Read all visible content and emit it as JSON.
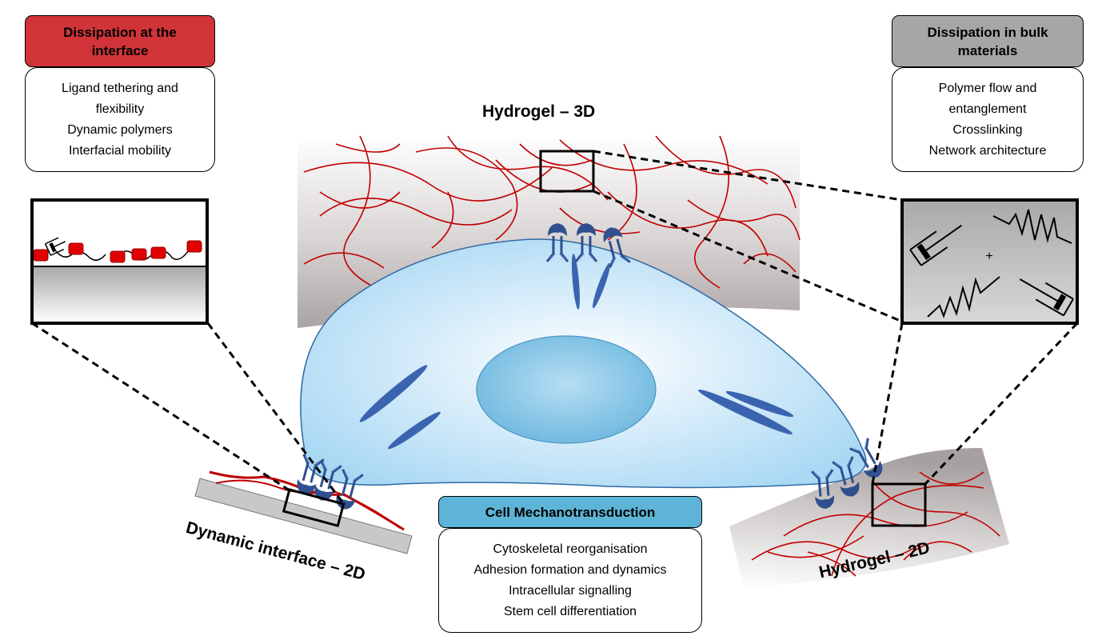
{
  "boxes": {
    "interface": {
      "title": "Dissipation at the interface",
      "title_color": "#d13438",
      "items": [
        "Ligand tethering and",
        "flexibility",
        "Dynamic polymers",
        "Interfacial mobility"
      ]
    },
    "bulk": {
      "title": "Dissipation in bulk materials",
      "title_color": "#a6a6a6",
      "items": [
        "Polymer flow and",
        "entanglement",
        "Crosslinking",
        "Network architecture"
      ]
    },
    "mechano": {
      "title": "Cell Mechanotransduction",
      "title_color": "#5eb4d6",
      "items": [
        "Cytoskeletal reorganisation",
        "Adhesion formation and dynamics",
        "Intracellular signalling",
        "Stem cell differentiation"
      ]
    }
  },
  "labels": {
    "hydrogel_3d": "Hydrogel – 3D",
    "dynamic_interface": "Dynamic interface – 2D",
    "hydrogel_2d": "Hydrogel – 2D",
    "plus": "+"
  },
  "colors": {
    "fiber": "#c00000",
    "receptor": "#2f4f8f",
    "cell": "#bfe3f7",
    "nucleus": "#7ec3e6",
    "gel": "#b8b2b2"
  }
}
